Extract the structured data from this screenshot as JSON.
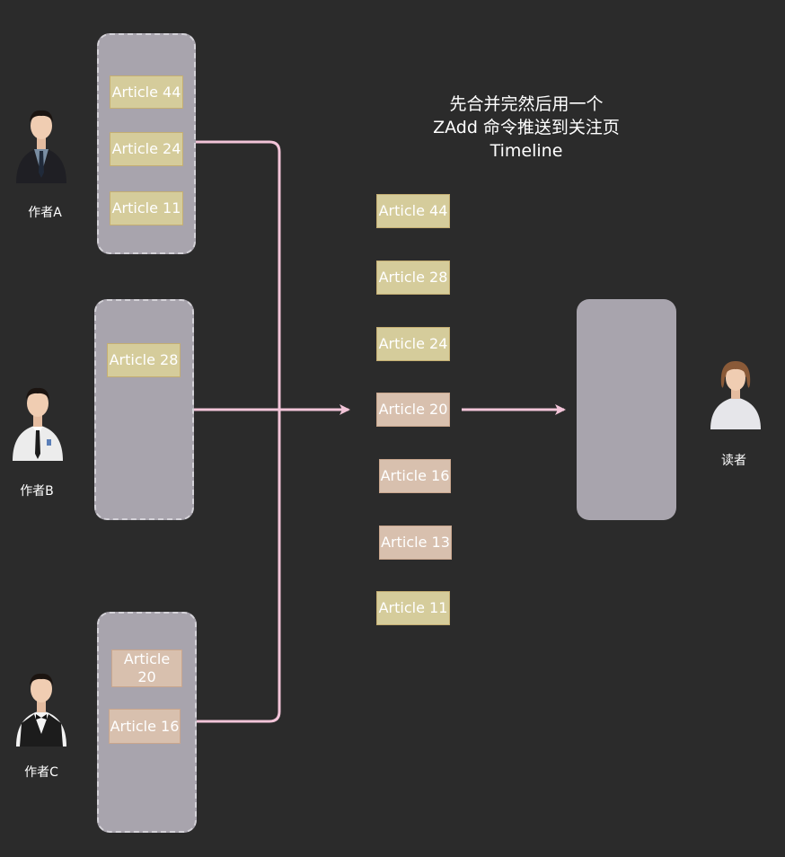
{
  "authors": [
    {
      "label": "作者A",
      "articles": [
        "Article 44",
        "Article 24",
        "Article 11"
      ]
    },
    {
      "label": "作者B",
      "articles": [
        "Article 28"
      ]
    },
    {
      "label": "作者C",
      "articles": [
        "Article 20",
        "Article 16"
      ]
    }
  ],
  "caption": {
    "line1": "先合并完然后用一个",
    "line2": "ZAdd 命令推送到关注页",
    "line3": "Timeline"
  },
  "merged_list": [
    "Article 44",
    "Article 28",
    "Article 24",
    "Article 20",
    "Article 16",
    "Article 13",
    "Article 11"
  ],
  "reader": {
    "label": "读者"
  },
  "colors": {
    "background": "#2b2b2b",
    "container": "#a8a4ad",
    "card_yellow": "#d5cc9b",
    "card_pink": "#d8c0ae",
    "arrow": "#f2c4d8"
  }
}
